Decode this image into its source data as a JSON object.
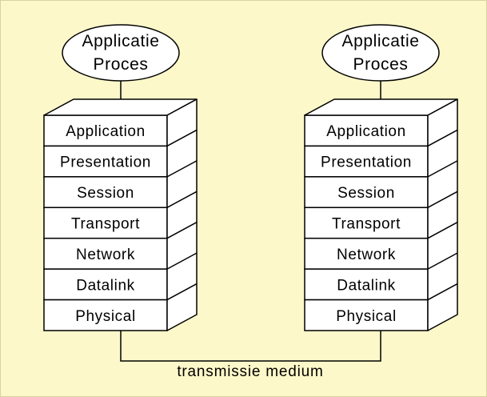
{
  "colors": {
    "background": "#fdf8c9",
    "frame": "#d8d2a2",
    "layer_fill": "#ffffff",
    "line": "#000000"
  },
  "stacks": [
    {
      "process_lines": [
        "Applicatie",
        "Proces"
      ],
      "layers": [
        "Application",
        "Presentation",
        "Session",
        "Transport",
        "Network",
        "Datalink",
        "Physical"
      ]
    },
    {
      "process_lines": [
        "Applicatie",
        "Proces"
      ],
      "layers": [
        "Application",
        "Presentation",
        "Session",
        "Transport",
        "Network",
        "Datalink",
        "Physical"
      ]
    }
  ],
  "medium_label": "transmissie medium"
}
